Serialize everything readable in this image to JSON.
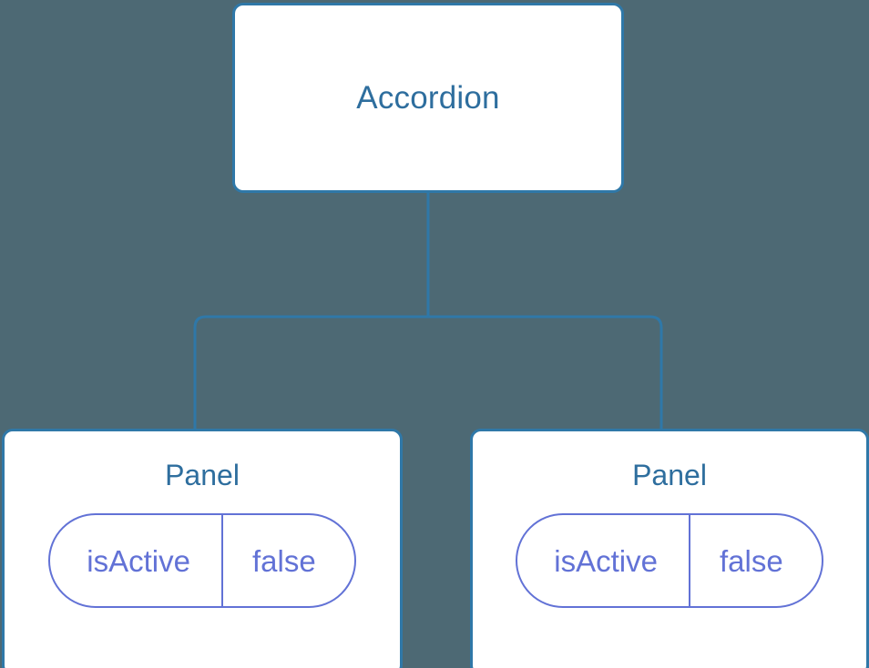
{
  "diagram": {
    "type": "component-tree",
    "background_color": "#4d6974",
    "node_border_color": "#2f78a8",
    "node_title_color": "#2e6e9e",
    "state_accent_color": "#6272d6",
    "connector_color": "#2f78a8",
    "root": {
      "title": "Accordion"
    },
    "children": [
      {
        "title": "Panel",
        "state": {
          "key": "isActive",
          "value": "false"
        }
      },
      {
        "title": "Panel",
        "state": {
          "key": "isActive",
          "value": "false"
        }
      }
    ]
  }
}
